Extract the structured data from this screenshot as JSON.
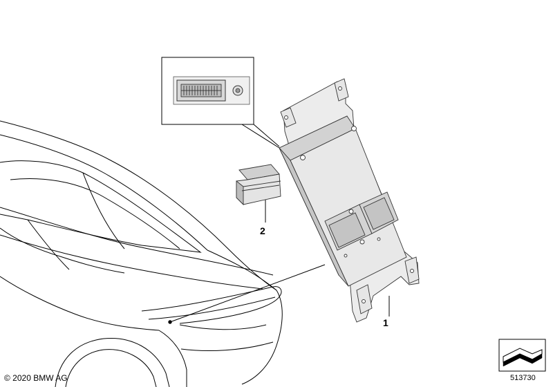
{
  "parts": [
    {
      "number": "1"
    },
    {
      "number": "2"
    }
  ],
  "copyright": "© 2020 BMW AG",
  "catalog_number": "513730",
  "colors": {
    "line": "#000000",
    "part_fill": "#e6e6e6",
    "part_shade": "#c8c8c8",
    "background": "#ffffff"
  }
}
